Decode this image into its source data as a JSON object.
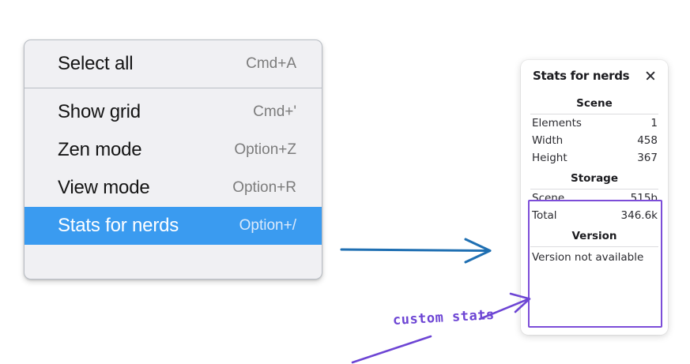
{
  "canvas": {
    "background": "#ffffff",
    "accent_blue": "#3a9bf0",
    "accent_purple": "#6d45d4",
    "arrow_blue": "#1f6fb2"
  },
  "context_menu": {
    "name": "context-menu",
    "groups": [
      {
        "items": [
          {
            "label": "Select all",
            "shortcut": "Cmd+A",
            "selected": false
          }
        ]
      },
      {
        "items": [
          {
            "label": "Show grid",
            "shortcut": "Cmd+'",
            "selected": false
          },
          {
            "label": "Zen mode",
            "shortcut": "Option+Z",
            "selected": false
          },
          {
            "label": "View mode",
            "shortcut": "Option+R",
            "selected": false
          },
          {
            "label": "Stats for nerds",
            "shortcut": "Option+/",
            "selected": true
          }
        ]
      }
    ]
  },
  "stats_panel": {
    "title": "Stats for nerds",
    "close_icon": "close-icon",
    "sections": [
      {
        "title": "Scene",
        "rows": [
          {
            "label": "Elements",
            "value": "1"
          },
          {
            "label": "Width",
            "value": "458"
          },
          {
            "label": "Height",
            "value": "367"
          }
        ]
      },
      {
        "title": "Storage",
        "rows": [
          {
            "label": "Scene",
            "value": "515b"
          },
          {
            "label": "Total",
            "value": "346.6k"
          }
        ]
      },
      {
        "title": "Version",
        "note": "Version not available",
        "rows": []
      }
    ]
  },
  "annotations": {
    "blue_arrow": "arrow-right-icon",
    "purple_arrow": "arrow-up-right-icon",
    "purple_tail": "pointer-line",
    "label": "custom stats",
    "highlight_rect": "highlight-rectangle"
  }
}
